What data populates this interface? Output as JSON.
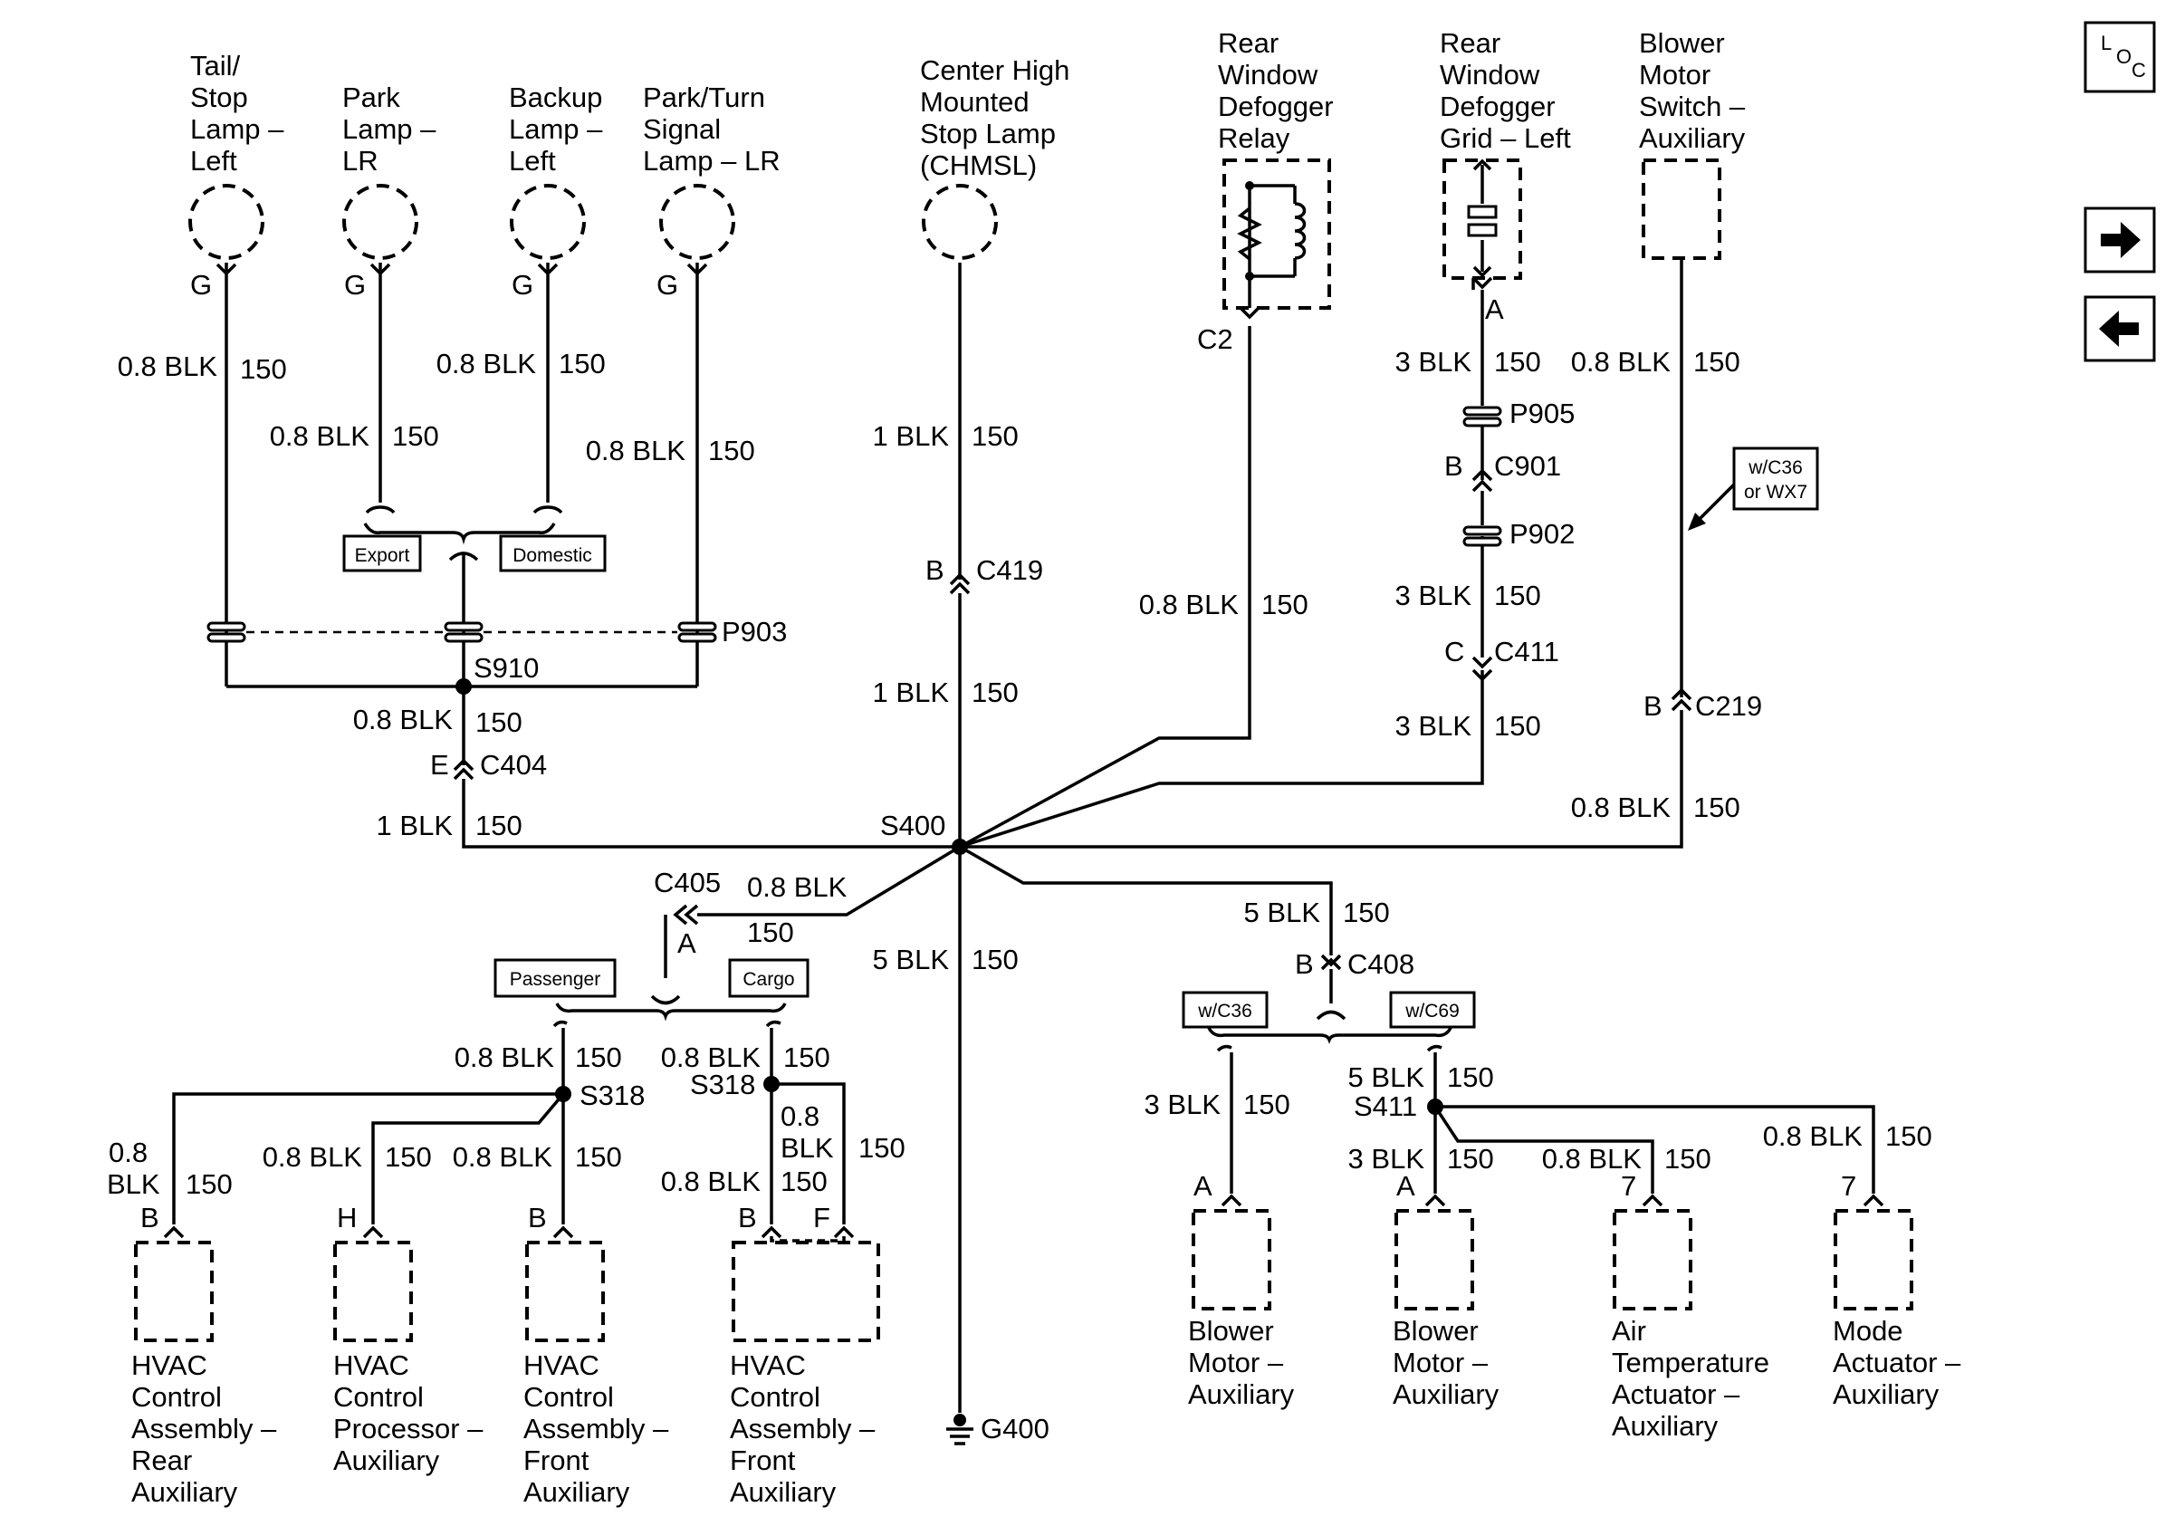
{
  "components": {
    "tail_stop_left": [
      "Tail/",
      "Stop",
      "Lamp –",
      "Left"
    ],
    "park_lamp_lr": [
      "Park",
      "Lamp –",
      "LR"
    ],
    "backup_lamp_left": [
      "Backup",
      "Lamp –",
      "Left"
    ],
    "park_turn_lr": [
      "Park/Turn",
      "Signal",
      "Lamp – LR"
    ],
    "chmsl": [
      "Center High",
      "Mounted",
      "Stop Lamp",
      "(CHMSL)"
    ],
    "defogger_relay": [
      "Rear",
      "Window",
      "Defogger",
      "Relay"
    ],
    "defogger_grid": [
      "Rear",
      "Window",
      "Defogger",
      "Grid – Left"
    ],
    "blower_switch": [
      "Blower",
      "Motor",
      "Switch –",
      "Auxiliary"
    ],
    "hvac_rear": [
      "HVAC",
      "Control",
      "Assembly –",
      "Rear",
      "Auxiliary"
    ],
    "hvac_processor": [
      "HVAC",
      "Control",
      "Processor –",
      "Auxiliary"
    ],
    "hvac_front_aux": [
      "HVAC",
      "Control",
      "Assembly –",
      "Front",
      "Auxiliary"
    ],
    "hvac_front_aux2": [
      "HVAC",
      "Control",
      "Assembly –",
      "Front",
      "Auxiliary"
    ],
    "blower_aux_1": [
      "Blower",
      "Motor –",
      "Auxiliary"
    ],
    "blower_aux_2": [
      "Blower",
      "Motor –",
      "Auxiliary"
    ],
    "air_temp": [
      "Air",
      "Temperature",
      "Actuator –",
      "Auxiliary"
    ],
    "mode_actuator": [
      "Mode",
      "Actuator –",
      "Auxiliary"
    ]
  },
  "wires": {
    "w08blk": "0.8 BLK",
    "w1blk": "1 BLK",
    "w3blk": "3 BLK",
    "w5blk": "5 BLK",
    "circuit": "150",
    "w08": "0.8",
    "wblk": "BLK"
  },
  "pins": {
    "G": "G",
    "A": "A",
    "B": "B",
    "C": "C",
    "E": "E",
    "F": "F",
    "H": "H",
    "n7": "7"
  },
  "connectors": {
    "C2": "C2",
    "P905": "P905",
    "C901": "C901",
    "P902": "P902",
    "C411": "C411",
    "C219": "C219",
    "C419": "C419",
    "S910": "S910",
    "P903": "P903",
    "C404": "C404",
    "S400": "S400",
    "C405": "C405",
    "C408": "C408",
    "S318": "S318",
    "S411": "S411",
    "G400": "G400"
  },
  "options": {
    "export": "Export",
    "domestic": "Domestic",
    "passenger": "Passenger",
    "cargo": "Cargo",
    "wc36": "w/C36",
    "wc69": "w/C69",
    "wc36_or_wx7": [
      "w/C36",
      "or WX7"
    ]
  },
  "nav": {
    "loc_icon": "location-icon",
    "next_icon": "arrow-right-icon",
    "prev_icon": "arrow-left-icon"
  }
}
